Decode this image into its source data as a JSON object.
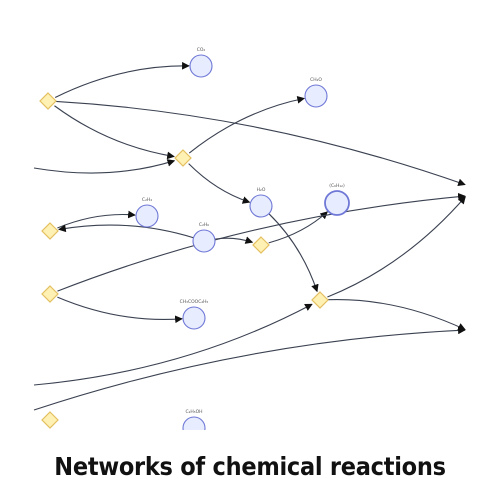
{
  "caption": "Networks of chemical reactions",
  "colors": {
    "species_fill": "#e8ecff",
    "species_stroke": "#6f78d6",
    "reaction_fill": "#fff0b3",
    "reaction_stroke": "#e3c060",
    "edge": "#3a4150",
    "label": "#555555"
  },
  "species": [
    {
      "id": "s_co2",
      "label": "CO₂"
    },
    {
      "id": "s_ch2o",
      "label": "CH₂O"
    },
    {
      "id": "s_c2h4",
      "label": "C₂H₄"
    },
    {
      "id": "s_c2h6",
      "label": "C₂H₆"
    },
    {
      "id": "s_h2o",
      "label": "H₂O"
    },
    {
      "id": "s_c6h12",
      "label": "(C₆H₁₂)"
    },
    {
      "id": "s_ester",
      "label": "CH₃COOC₂H₅"
    },
    {
      "id": "s_ethanol",
      "label": "C₂H₅OH"
    }
  ],
  "reactions": [
    {
      "id": "r1"
    },
    {
      "id": "r2"
    },
    {
      "id": "r3"
    },
    {
      "id": "r4"
    },
    {
      "id": "r5"
    },
    {
      "id": "r6"
    },
    {
      "id": "r7"
    },
    {
      "id": "r8"
    }
  ],
  "edges": [
    {
      "from": "r1",
      "to": "s_co2"
    },
    {
      "from": "r1",
      "to": "r2"
    },
    {
      "from": "r1",
      "to": "t1"
    },
    {
      "from": "in_left",
      "to": "r2"
    },
    {
      "from": "r2",
      "to": "s_ch2o"
    },
    {
      "from": "r2",
      "to": "s_h2o"
    },
    {
      "from": "r3",
      "to": "s_c2h4"
    },
    {
      "from": "s_c2h6",
      "to": "r3"
    },
    {
      "from": "s_c2h6",
      "to": "r4"
    },
    {
      "from": "r4",
      "to": "s_c6h12"
    },
    {
      "from": "s_h2o",
      "to": "r7"
    },
    {
      "from": "r5",
      "to": "s_ester"
    },
    {
      "from": "r5",
      "to": "t2"
    },
    {
      "from": "r7",
      "to": "t2"
    },
    {
      "from": "r7",
      "to": "t3"
    },
    {
      "from": "in_left2",
      "to": "r7"
    },
    {
      "from": "in_left3",
      "to": "t3"
    }
  ]
}
